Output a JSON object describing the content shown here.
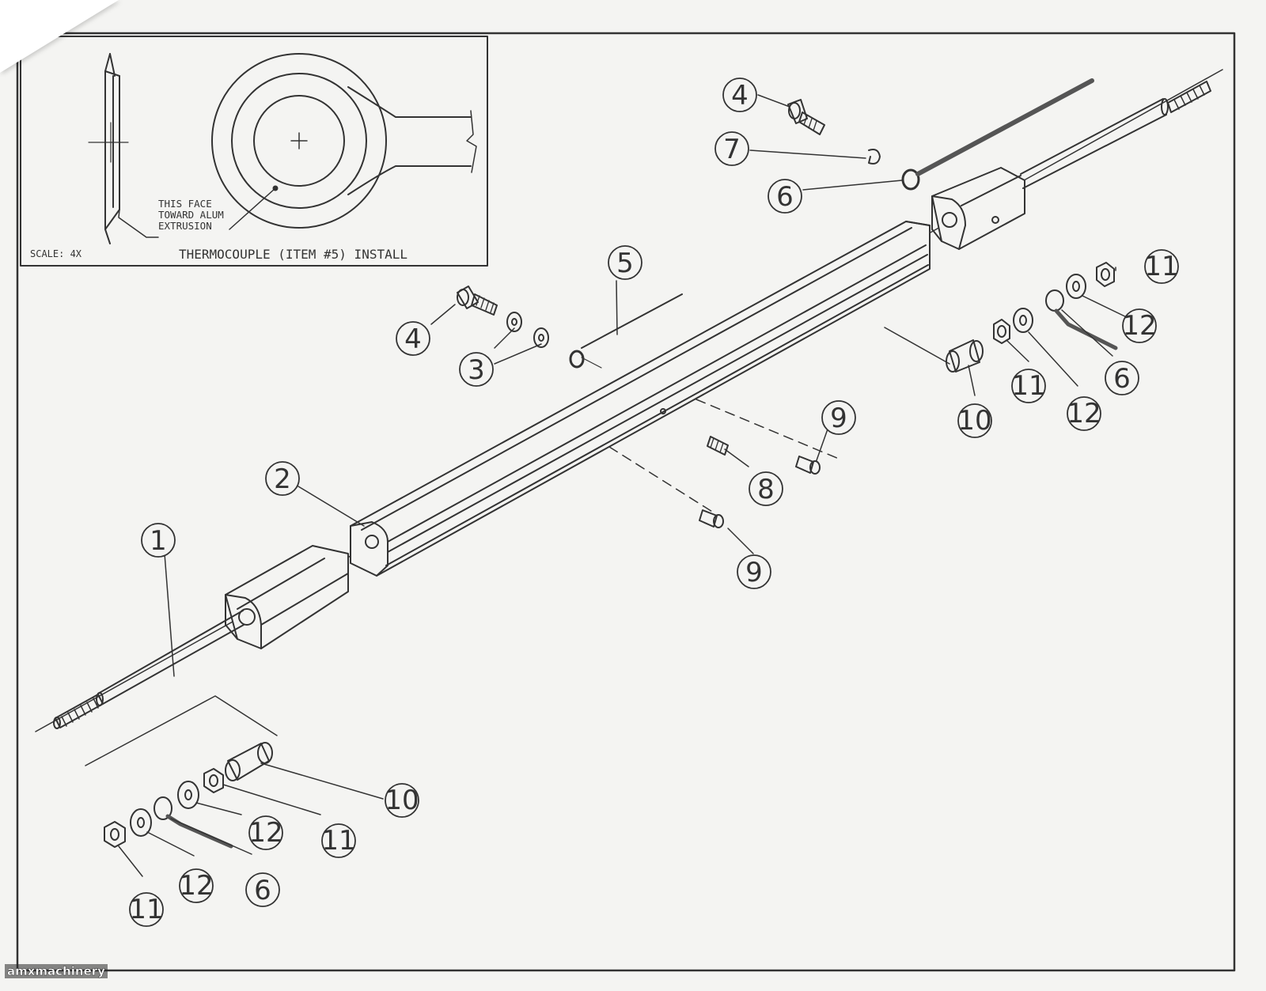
{
  "inset": {
    "title": "THERMOCOUPLE (ITEM #5) INSTALL",
    "scale": "SCALE: 4X",
    "note_lines": [
      "THIS FACE",
      "TOWARD ALUM",
      "EXTRUSION"
    ]
  },
  "balloons": [
    {
      "id": "b1",
      "label": "1"
    },
    {
      "id": "b2",
      "label": "2"
    },
    {
      "id": "b3",
      "label": "3"
    },
    {
      "id": "b4a",
      "label": "4"
    },
    {
      "id": "b4b",
      "label": "4"
    },
    {
      "id": "b5",
      "label": "5"
    },
    {
      "id": "b6a",
      "label": "6"
    },
    {
      "id": "b6b",
      "label": "6"
    },
    {
      "id": "b6c",
      "label": "6"
    },
    {
      "id": "b7",
      "label": "7"
    },
    {
      "id": "b8",
      "label": "8"
    },
    {
      "id": "b9a",
      "label": "9"
    },
    {
      "id": "b9b",
      "label": "9"
    },
    {
      "id": "b10a",
      "label": "10"
    },
    {
      "id": "b10b",
      "label": "10"
    },
    {
      "id": "b11a",
      "label": "11"
    },
    {
      "id": "b11b",
      "label": "11"
    },
    {
      "id": "b11c",
      "label": "11"
    },
    {
      "id": "b11d",
      "label": "11"
    },
    {
      "id": "b12a",
      "label": "12"
    },
    {
      "id": "b12b",
      "label": "12"
    },
    {
      "id": "b12c",
      "label": "12"
    },
    {
      "id": "b12d",
      "label": "12"
    }
  ],
  "watermark": "amxmachinery",
  "colors": {
    "paper": "#f4f4f2",
    "ink": "#333333"
  }
}
